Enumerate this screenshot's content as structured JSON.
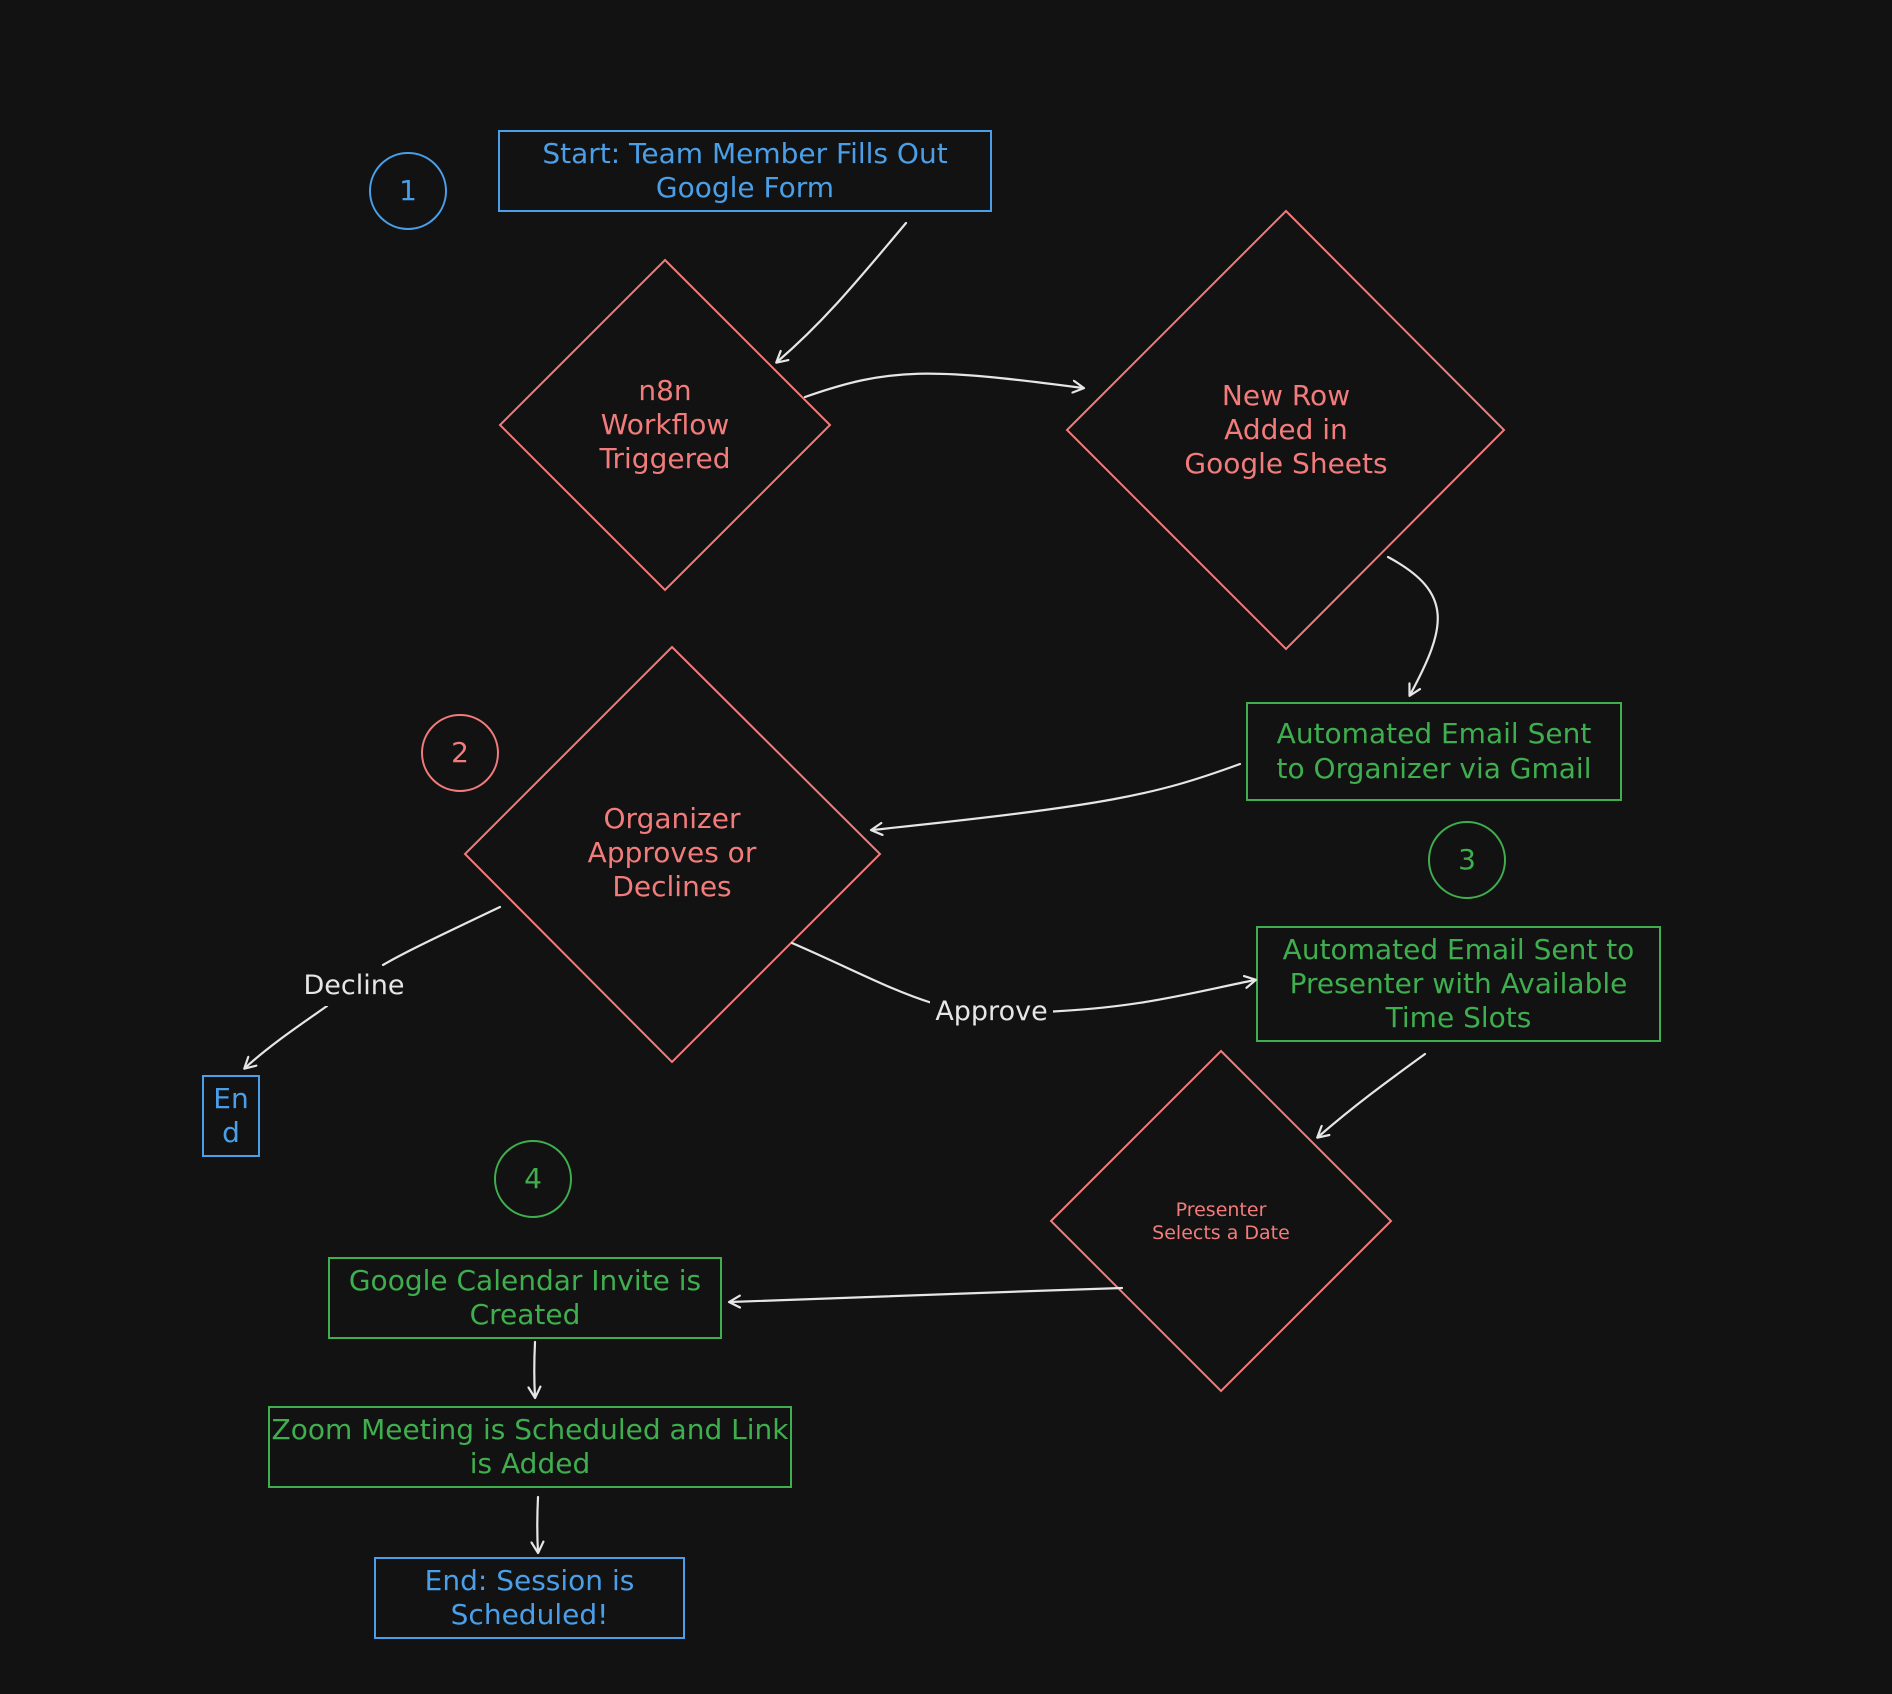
{
  "colors": {
    "background": "#121212",
    "blue": "#4a9fe8",
    "red": "#f27b7b",
    "green": "#3fae4e",
    "arrow": "#e6e6e6"
  },
  "steps": [
    "1",
    "2",
    "3",
    "4"
  ],
  "nodes": {
    "start": "Start: Team Member Fills Out\nGoogle Form",
    "trigger": "n8n\nWorkflow\nTriggered",
    "new_row": "New Row\nAdded in\nGoogle Sheets",
    "email_organizer": "Automated Email Sent\nto Organizer via Gmail",
    "decision": "Organizer\nApproves or\nDeclines",
    "email_presenter": "Automated Email Sent to\nPresenter with Available\nTime Slots",
    "select_date": "Presenter\nSelects a Date",
    "end_declined": "En\nd",
    "calendar": "Google Calendar Invite is\nCreated",
    "zoom": "Zoom Meeting is Scheduled and Link\nis Added",
    "end": "End: Session is\nScheduled!"
  },
  "edge_labels": {
    "decline": "Decline",
    "approve": "Approve"
  }
}
